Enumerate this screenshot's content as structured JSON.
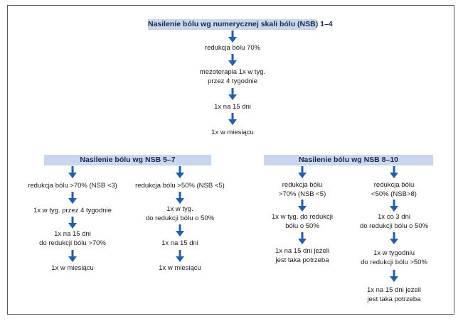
{
  "colors": {
    "header_bg": "#c9d6ee",
    "arrow": "#1f5fae",
    "frame": "#555555"
  },
  "top": {
    "header": "Nasilenie bólu wg numerycznej skali bólu (NSB) 1–4",
    "steps": [
      "redukcja bólu 70%",
      "mezoterapia 1x w tyg.",
      "przez 4 tygodnie",
      "1x na 15 dni",
      "1x w miesiącu"
    ]
  },
  "left": {
    "header": "Nasilenie bólu wg NSB 5–7",
    "col1": [
      "redukcja bólu >70% (NSB <3)",
      "1x w tyg. przez 4 tygodnie",
      "1x na 15 dni",
      "do redukcji bólu >70%",
      "1x w miesiącu"
    ],
    "col2": [
      "redukcja bólu >50% (NSB <5)",
      "1x w tyg.",
      "do redukcji bólu o 50%",
      "1x na 15 dni",
      "1x w miesiącu"
    ]
  },
  "right": {
    "header": "Nasilenie bólu wg NSB 8–10",
    "col1": [
      "redukcja bólu",
      ">70% (NSB <5)",
      "1x w tyg. do redukcji",
      "bólu o 50%",
      "1x na 15 dni jeżeli",
      "jest taka potrzeba"
    ],
    "col2": [
      "redukcja bólu",
      "<50% (NSB>8)",
      "1x co 3 dni",
      "do redukcji bólu o 50%",
      "1x w tygodniu",
      "do redukcji bólu >50%",
      "1x na 15 dni jeżeli",
      "jest taka potrzeba"
    ]
  }
}
